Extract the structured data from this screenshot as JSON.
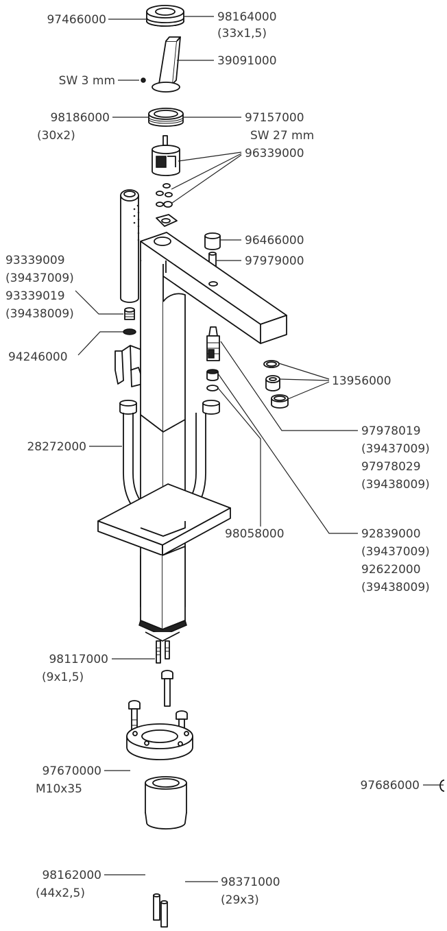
{
  "parts": {
    "p97466000": "97466000",
    "p98164000": "98164000",
    "p98164000_dim": "(33x1,5)",
    "p39091000": "39091000",
    "sw3": "SW 3 mm",
    "p98186000": "98186000",
    "p98186000_dim": "(30x2)",
    "p97157000": "97157000",
    "sw27": "SW 27 mm",
    "p96339000": "96339000",
    "p96466000": "96466000",
    "p97979000": "97979000",
    "p93339009": "93339009",
    "p93339009_ref": "(39437009)",
    "p93339019": "93339019",
    "p93339019_ref": "(39438009)",
    "p94246000": "94246000",
    "p13956000": "13956000",
    "p28272000": "28272000",
    "p97978019": "97978019",
    "p97978019_ref": "(39437009)",
    "p97978029": "97978029",
    "p97978029_ref": "(39438009)",
    "p98058000": "98058000",
    "p92839000": "92839000",
    "p92839000_ref": "(39437009)",
    "p92622000": "92622000",
    "p92622000_ref": "(39438009)",
    "p98117000": "98117000",
    "p98117000_dim": "(9x1,5)",
    "p97670000": "97670000",
    "p97670000_dim": "M10x35",
    "p97686000": "97686000",
    "p98162000": "98162000",
    "p98162000_dim": "(44x2,5)",
    "p98371000": "98371000",
    "p98371000_dim": "(29x3)"
  }
}
